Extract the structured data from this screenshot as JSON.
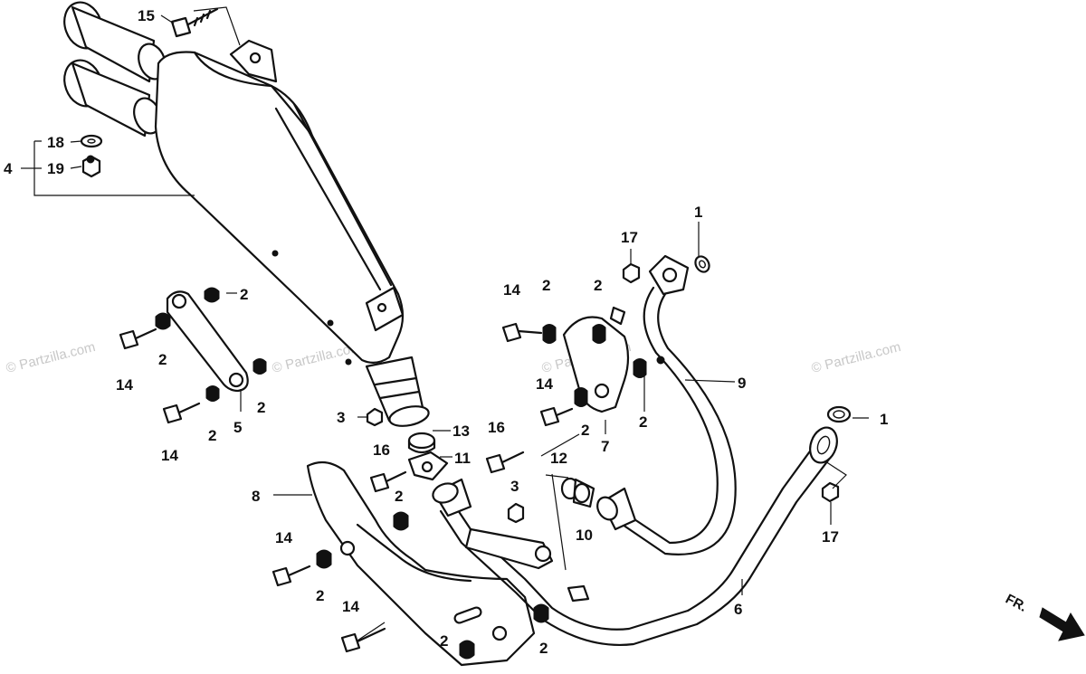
{
  "watermark": "© Partzilla.com",
  "direction_indicator": "FR.",
  "callouts": [
    {
      "id": "c15",
      "text": "15"
    },
    {
      "id": "c18",
      "text": "18"
    },
    {
      "id": "c4",
      "text": "4"
    },
    {
      "id": "c19",
      "text": "19"
    },
    {
      "id": "c2a",
      "text": "2"
    },
    {
      "id": "c14a",
      "text": "14"
    },
    {
      "id": "c2b",
      "text": "2"
    },
    {
      "id": "c2c",
      "text": "2"
    },
    {
      "id": "c14b",
      "text": "14"
    },
    {
      "id": "c2d",
      "text": "2"
    },
    {
      "id": "c5",
      "text": "5"
    },
    {
      "id": "c3a",
      "text": "3"
    },
    {
      "id": "c13",
      "text": "13"
    },
    {
      "id": "c16a",
      "text": "16"
    },
    {
      "id": "c11",
      "text": "11"
    },
    {
      "id": "c8",
      "text": "8"
    },
    {
      "id": "c2e",
      "text": "2"
    },
    {
      "id": "c14c",
      "text": "14"
    },
    {
      "id": "c2f",
      "text": "2"
    },
    {
      "id": "c14d",
      "text": "14"
    },
    {
      "id": "c2g",
      "text": "2"
    },
    {
      "id": "c2h",
      "text": "2"
    },
    {
      "id": "c14e",
      "text": "14"
    },
    {
      "id": "c2i",
      "text": "2"
    },
    {
      "id": "c2j",
      "text": "2"
    },
    {
      "id": "c17a",
      "text": "17"
    },
    {
      "id": "c1a",
      "text": "1"
    },
    {
      "id": "c14f",
      "text": "14"
    },
    {
      "id": "c2k",
      "text": "2"
    },
    {
      "id": "c2l",
      "text": "2"
    },
    {
      "id": "c9",
      "text": "9"
    },
    {
      "id": "c7",
      "text": "7"
    },
    {
      "id": "c16b",
      "text": "16"
    },
    {
      "id": "c12",
      "text": "12"
    },
    {
      "id": "c3b",
      "text": "3"
    },
    {
      "id": "c10",
      "text": "10"
    },
    {
      "id": "c1b",
      "text": "1"
    },
    {
      "id": "c17b",
      "text": "17"
    },
    {
      "id": "c6",
      "text": "6"
    }
  ]
}
